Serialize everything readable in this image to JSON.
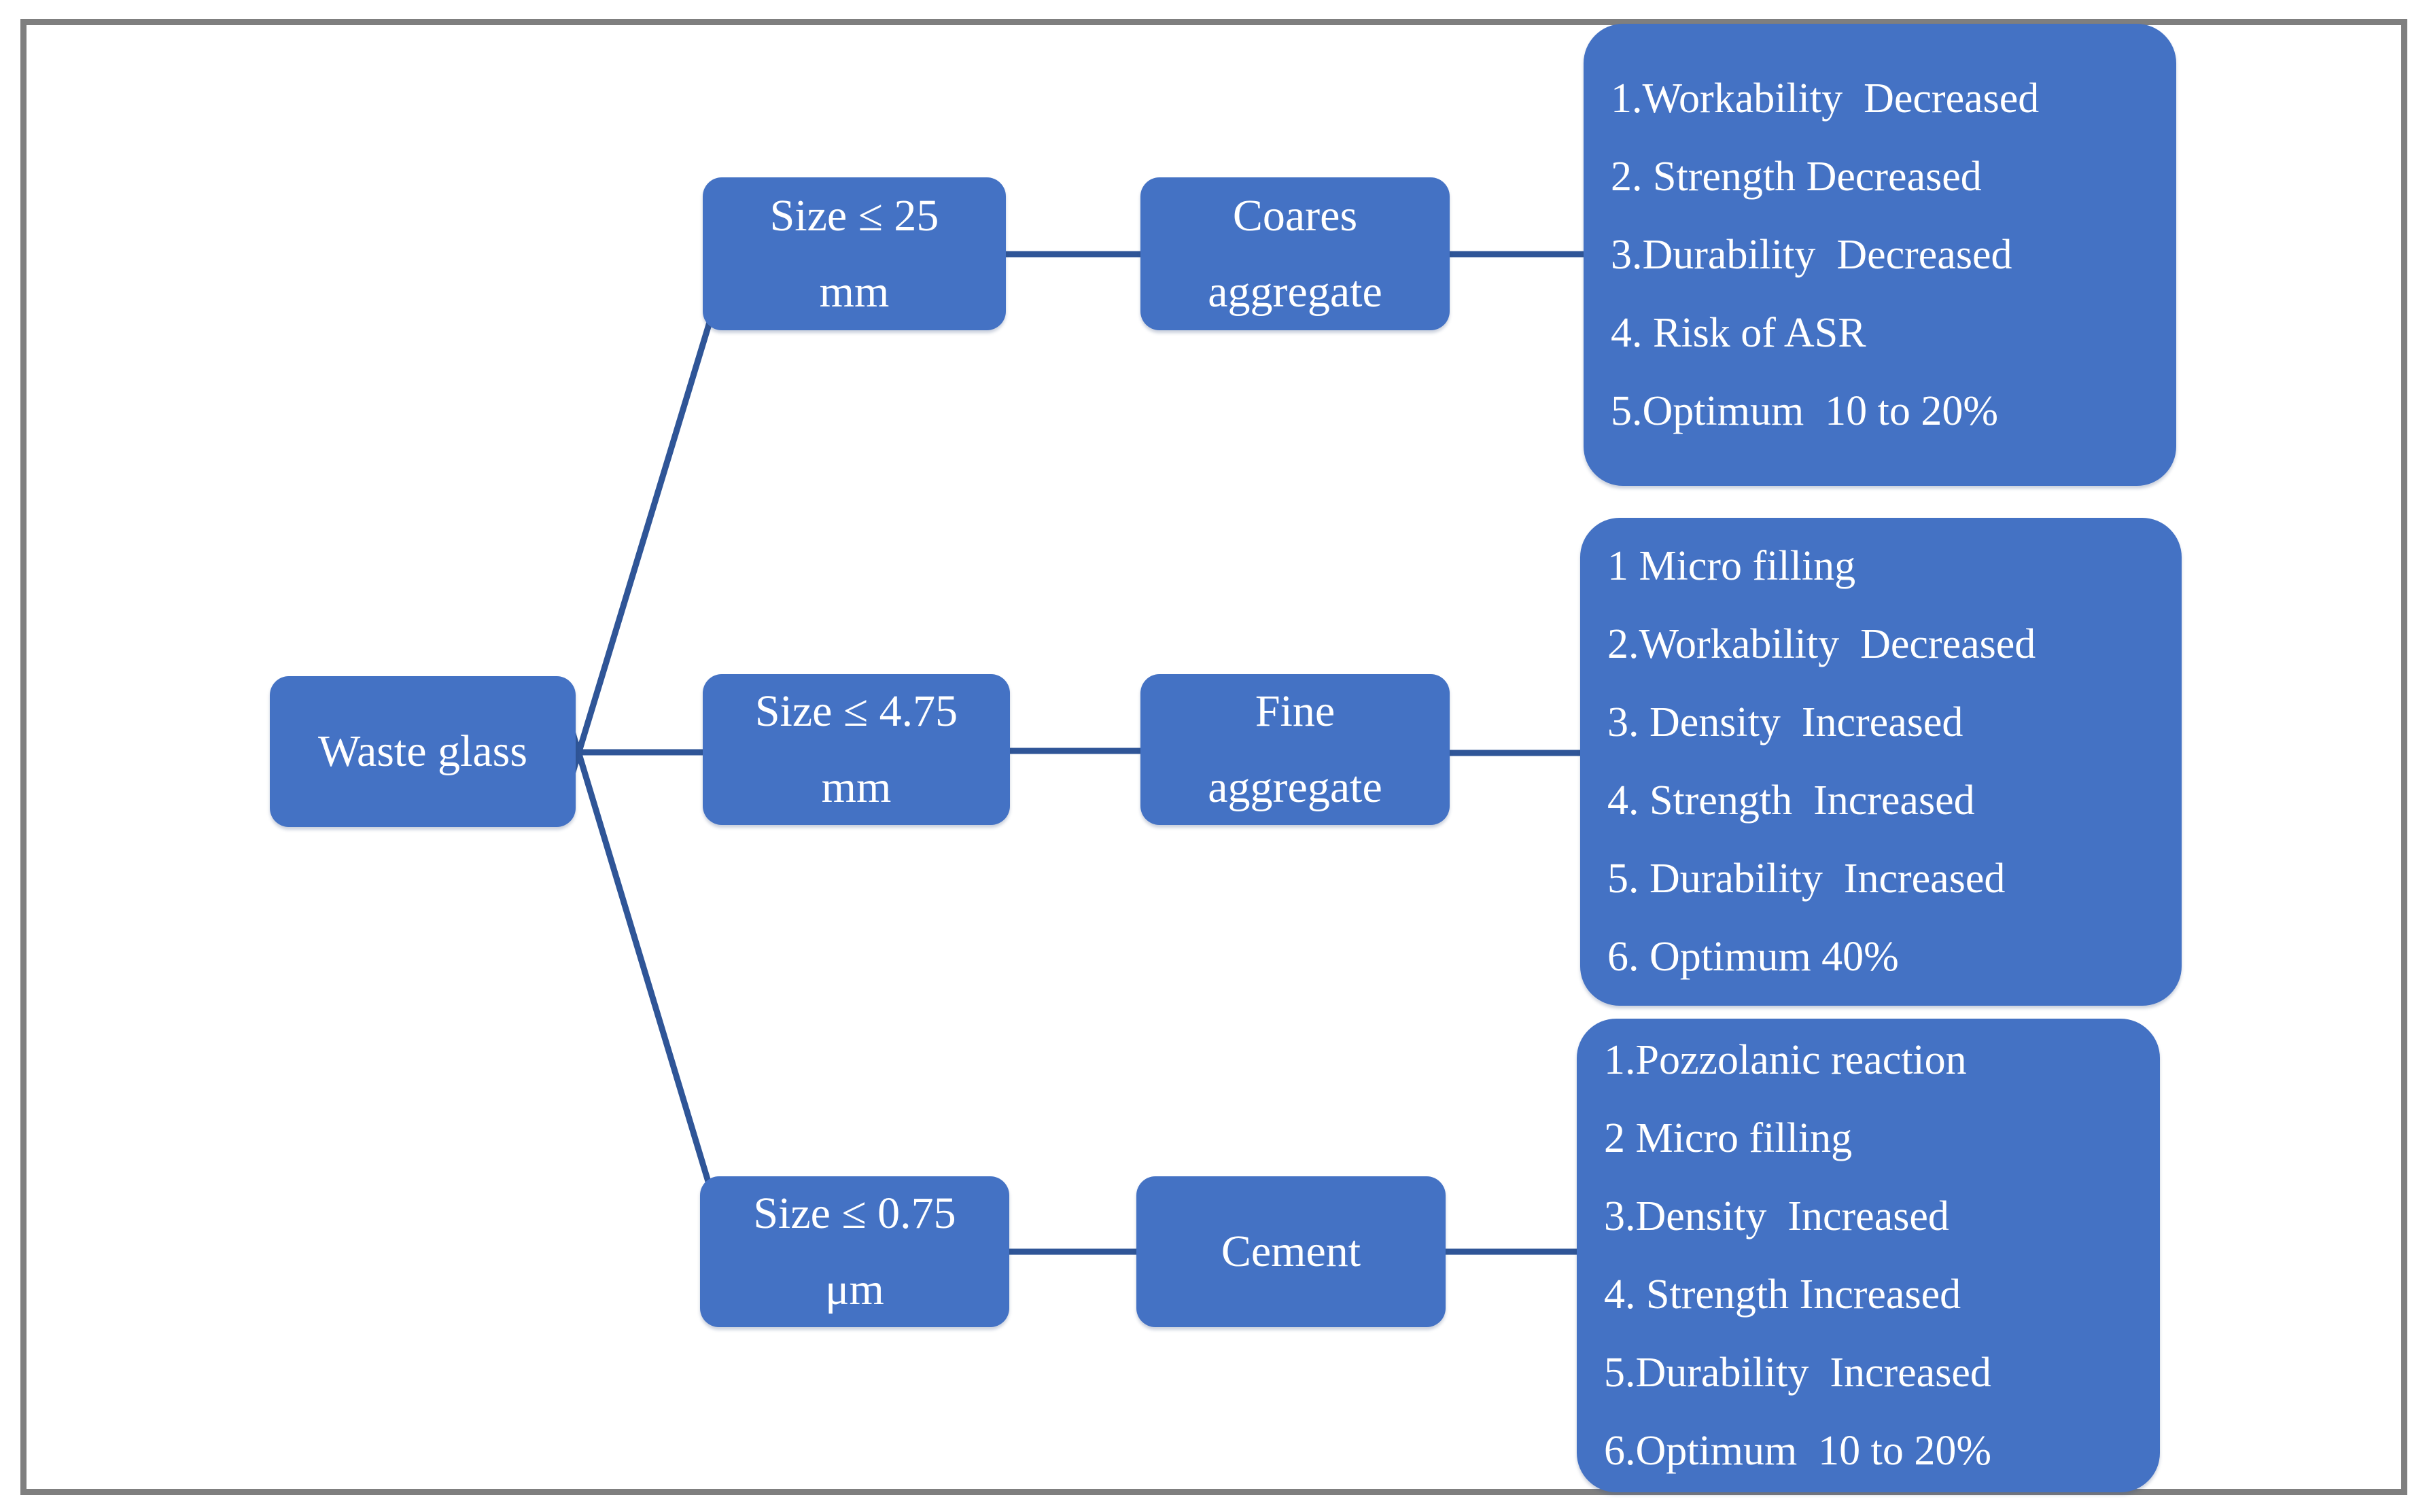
{
  "colors": {
    "node_fill": "#4472C4",
    "connector": "#2F5597",
    "frame_border": "#7F7F7F",
    "node_text": "#FFFFFF",
    "background": "#FFFFFF"
  },
  "diagram": {
    "root_label": "Waste glass",
    "branches": [
      {
        "size_line1": "Size ≤ 25",
        "size_line2": "mm",
        "use_line1": "Coares",
        "use_line2": "aggregate",
        "effects": [
          "1.Workability  Decreased",
          "2. Strength Decreased",
          "3.Durability  Decreased",
          "4. Risk of ASR",
          "5.Optimum  10 to 20%"
        ]
      },
      {
        "size_line1": "Size ≤ 4.75",
        "size_line2": "mm",
        "use_line1": "Fine",
        "use_line2": "aggregate",
        "effects": [
          "1 Micro filling",
          "2.Workability  Decreased",
          "3. Density  Increased",
          "4. Strength  Increased",
          "5. Durability  Increased",
          "6. Optimum 40%"
        ]
      },
      {
        "size_line1": "Size ≤ 0.75",
        "size_line2": "μm",
        "use_line1": "Cement",
        "effects": [
          "1.Pozzolanic reaction",
          "2 Micro filling",
          "3.Density  Increased",
          "4. Strength Increased",
          "5.Durability  Increased",
          "6.Optimum  10 to 20%"
        ]
      }
    ]
  }
}
